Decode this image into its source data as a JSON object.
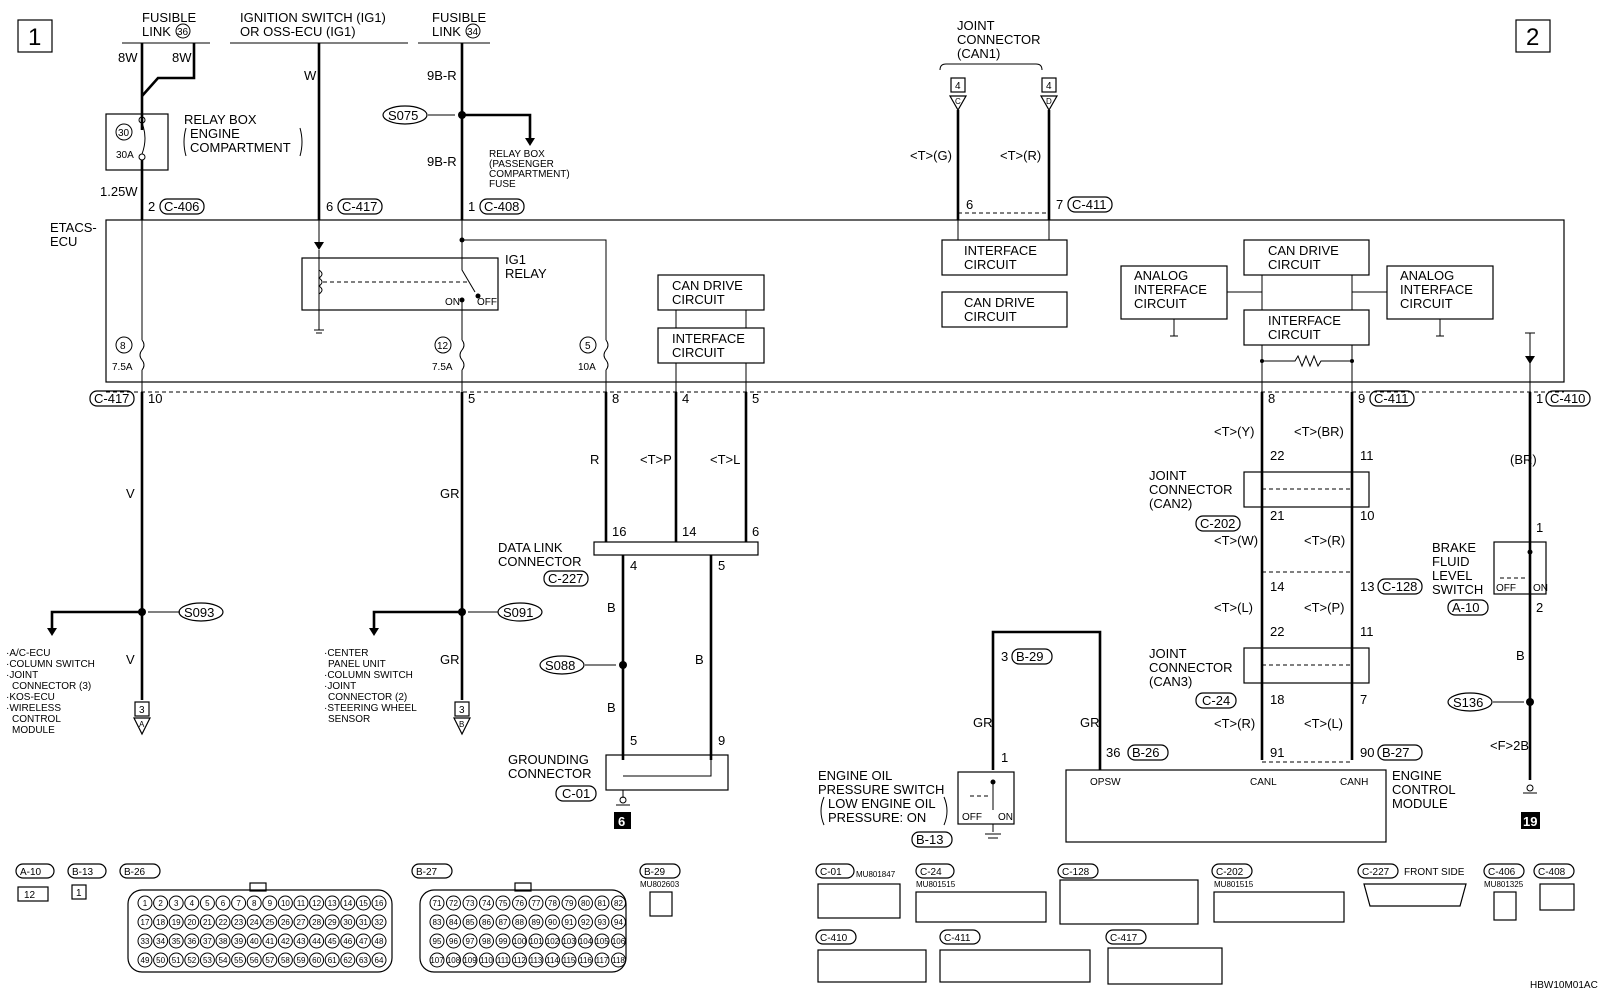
{
  "page_markers": {
    "left": "1",
    "right": "2"
  },
  "top": {
    "fusible36": [
      "FUSIBLE",
      "LINK",
      "36"
    ],
    "ign": [
      "IGNITION SWITCH (IG1)",
      "OR OSS-ECU (IG1)"
    ],
    "fusible34": [
      "FUSIBLE",
      "LINK",
      "34"
    ],
    "joint_can1": [
      "JOINT",
      "CONNECTOR",
      "(CAN1)"
    ]
  },
  "wires": {
    "w8a": "8W",
    "w8b": "8W",
    "w125": "1.25W",
    "wW": "W",
    "w9br1": "9B-R",
    "w9br2": "9B-R",
    "wV1": "V",
    "wV2": "V",
    "wGR1": "GR",
    "wGR2": "GR",
    "wR": "R",
    "wTP": "<T>P",
    "wTL": "<T>L",
    "wB1": "B",
    "wB2": "B",
    "wB3": "B",
    "wTG": "<T>(G)",
    "wTR": "<T>(R)",
    "wTY": "<T>(Y)",
    "wTBR": "<T>(BR)",
    "wTW": "<T>(W)",
    "wTR2": "<T>(R)",
    "wTL2": "<T>(L)",
    "wTP2": "<T>(P)",
    "wTR3": "<T>(R)",
    "wTL3": "<T>(L)",
    "wBR": "(BR)",
    "wB4": "B",
    "wF2B": "<F>2B",
    "wGR3": "GR",
    "wGR4": "GR"
  },
  "labels": {
    "relay_box_engine": [
      "RELAY BOX",
      "ENGINE",
      "COMPARTMENT"
    ],
    "fuse30": "30",
    "fuse30a": "30A",
    "relay_box_pass": [
      "RELAY BOX",
      "(PASSENGER",
      "COMPARTMENT)",
      "FUSE"
    ],
    "etacs": [
      "ETACS-",
      "ECU"
    ],
    "ig1_relay": [
      "IG1",
      "RELAY"
    ],
    "on": "ON",
    "off": "OFF",
    "f8": "8",
    "f75a": "7.5A",
    "f12": "12",
    "f75b": "7.5A",
    "f5": "5",
    "f10a": "10A",
    "can_drive1": [
      "CAN DRIVE",
      "CIRCUIT"
    ],
    "interface1": [
      "INTERFACE",
      "CIRCUIT"
    ],
    "interface2": [
      "INTERFACE",
      "CIRCUIT"
    ],
    "can_drive2": [
      "CAN DRIVE",
      "CIRCUIT"
    ],
    "can_drive3": [
      "CAN DRIVE",
      "CIRCUIT"
    ],
    "interface3": [
      "INTERFACE",
      "CIRCUIT"
    ],
    "analog1": [
      "ANALOG",
      "INTERFACE",
      "CIRCUIT"
    ],
    "analog2": [
      "ANALOG",
      "INTERFACE",
      "CIRCUIT"
    ],
    "dlc": [
      "DATA LINK",
      "CONNECTOR"
    ],
    "gnd_conn": [
      "GROUNDING",
      "CONNECTOR"
    ],
    "joint_can2": [
      "JOINT",
      "CONNECTOR",
      "(CAN2)"
    ],
    "joint_can3": [
      "JOINT",
      "CONNECTOR",
      "(CAN3)"
    ],
    "brake": [
      "BRAKE",
      "FLUID",
      "LEVEL",
      "SWITCH"
    ],
    "eng_oil": [
      "ENGINE OIL",
      "PRESSURE SWITCH",
      "LOW ENGINE OIL",
      "PRESSURE: ON"
    ],
    "ecm": [
      "ENGINE",
      "CONTROL",
      "MODULE"
    ],
    "opsw": "OPSW",
    "canl": "CANL",
    "canh": "CANH",
    "left_list": [
      "·A/C-ECU",
      "·COLUMN SWITCH",
      "·JOINT",
      "CONNECTOR (3)",
      "·KOS-ECU",
      "·WIRELESS",
      "CONTROL",
      "MODULE"
    ],
    "mid_list": [
      "·CENTER",
      "PANEL UNIT",
      "·COLUMN SWITCH",
      "·JOINT",
      "CONNECTOR (2)",
      "·STEERING WHEEL",
      "SENSOR"
    ],
    "front_side": "FRONT SIDE",
    "doc_code": "HBW10M01AC",
    "gnd6": "6",
    "gnd19": "19",
    "ref3a": "3",
    "ref3b": "3",
    "refA": "A",
    "refB": "B",
    "can1_c": "C",
    "can1_d": "D",
    "can1_4a": "4",
    "can1_4b": "4"
  },
  "splices": {
    "s075": "S075",
    "s093": "S093",
    "s091": "S091",
    "s088": "S088",
    "s136": "S136"
  },
  "connectors": {
    "c406": "C-406",
    "c417": "C-417",
    "c408": "C-408",
    "c411": "C-411",
    "c417b": "C-417",
    "c411b": "C-411",
    "c410": "C-410",
    "c227": "C-227",
    "c01": "C-01",
    "c202": "C-202",
    "c128": "C-128",
    "c24": "C-24",
    "a10": "A-10",
    "b29": "B-29",
    "b26": "B-26",
    "b27": "B-27",
    "b13": "B-13"
  },
  "pins": {
    "p2": "2",
    "p6": "6",
    "p1": "1",
    "p6b": "6",
    "p7": "7",
    "p10": "10",
    "p5": "5",
    "p8": "8",
    "p4": "4",
    "p5b": "5",
    "p8b": "8",
    "p9": "9",
    "p1b": "1",
    "p16": "16",
    "p14": "14",
    "p6c": "6",
    "p4b": "4",
    "p5c": "5",
    "p5d": "5",
    "p9b": "9",
    "p22": "22",
    "p11": "11",
    "p21": "21",
    "p10b": "10",
    "p14b": "14",
    "p13": "13",
    "p22b": "22",
    "p11b": "11",
    "p18": "18",
    "p7b": "7",
    "p91": "91",
    "p90": "90",
    "p36": "36",
    "p3": "3",
    "p1c": "1",
    "p1d": "1",
    "p2b": "2"
  },
  "bottom_connectors": [
    {
      "id": "A-10",
      "pins": "12"
    },
    {
      "id": "B-13",
      "pins": "1"
    },
    {
      "id": "B-26",
      "part": ""
    },
    {
      "id": "B-27",
      "part": ""
    },
    {
      "id": "B-29",
      "part": "MU802603"
    },
    {
      "id": "C-01",
      "part": "MU801847"
    },
    {
      "id": "C-24",
      "part": "MU801515"
    },
    {
      "id": "C-128",
      "part": ""
    },
    {
      "id": "C-202",
      "part": "MU801515"
    },
    {
      "id": "C-227",
      "part": ""
    },
    {
      "id": "C-406",
      "part": "MU801325"
    },
    {
      "id": "C-408",
      "part": ""
    },
    {
      "id": "C-410",
      "part": ""
    },
    {
      "id": "C-411",
      "part": ""
    },
    {
      "id": "C-417",
      "part": ""
    }
  ],
  "b26_rows": [
    [
      "1",
      "2",
      "3",
      "4",
      "5",
      "6",
      "7",
      "8",
      "9",
      "10",
      "11",
      "12",
      "13",
      "14",
      "15",
      "16"
    ],
    [
      "17",
      "18",
      "19",
      "20",
      "21",
      "22",
      "23",
      "24",
      "25",
      "26",
      "27",
      "28",
      "29",
      "30",
      "31",
      "32"
    ],
    [
      "33",
      "34",
      "35",
      "36",
      "37",
      "38",
      "39",
      "40",
      "41",
      "42",
      "43",
      "44",
      "45",
      "46",
      "47",
      "48"
    ],
    [
      "49",
      "50",
      "51",
      "52",
      "53",
      "54",
      "55",
      "56",
      "57",
      "58",
      "59",
      "60",
      "61",
      "62",
      "63",
      "64"
    ]
  ],
  "b27_rows": [
    [
      "71",
      "72",
      "73",
      "74",
      "75",
      "76",
      "77",
      "78",
      "79",
      "80",
      "81",
      "82"
    ],
    [
      "83",
      "84",
      "85",
      "86",
      "87",
      "88",
      "89",
      "90",
      "91",
      "92",
      "93",
      "94"
    ],
    [
      "95",
      "96",
      "97",
      "98",
      "99",
      "100",
      "101",
      "102",
      "103",
      "104",
      "105",
      "106"
    ],
    [
      "107",
      "108",
      "109",
      "110",
      "111",
      "112",
      "113",
      "114",
      "115",
      "116",
      "117",
      "118"
    ]
  ]
}
